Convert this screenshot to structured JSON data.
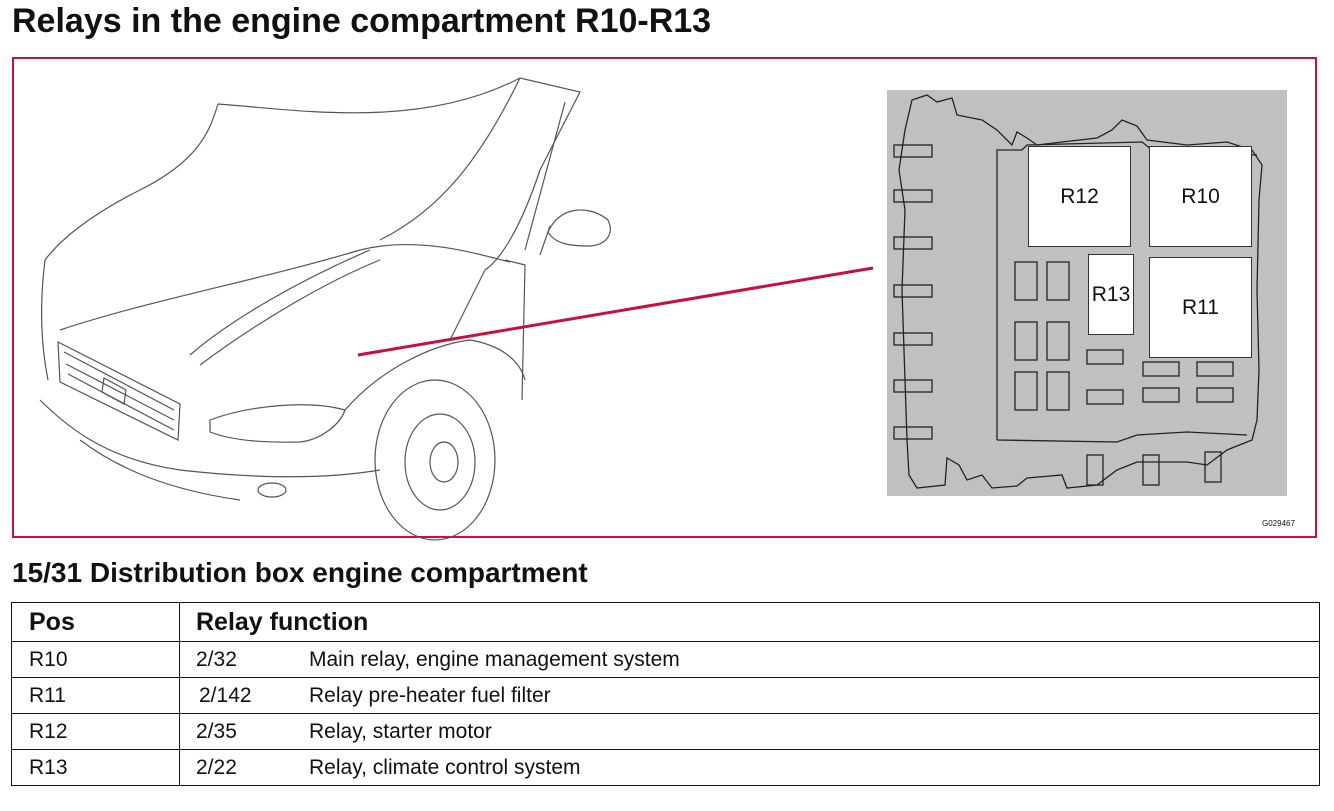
{
  "title": "Relays in the engine compartment R10-R13",
  "figure": {
    "code": "G029467",
    "relays": [
      "R12",
      "R10",
      "R13",
      "R11"
    ]
  },
  "subtitle": "15/31 Distribution box engine compartment",
  "table": {
    "headers": [
      "Pos",
      "Relay function"
    ],
    "rows": [
      {
        "pos": "R10",
        "code": "2/32",
        "function": "Main relay, engine management system"
      },
      {
        "pos": "R11",
        "code": "2/142",
        "function": "Relay pre-heater fuel filter"
      },
      {
        "pos": "R12",
        "code": "2/35",
        "function": "Relay, starter motor"
      },
      {
        "pos": "R13",
        "code": "2/22",
        "function": "Relay, climate control system"
      }
    ]
  },
  "colors": {
    "frame": "#c8103e",
    "pointer": "#c8103e",
    "fusebox": "#c0c0c0"
  }
}
